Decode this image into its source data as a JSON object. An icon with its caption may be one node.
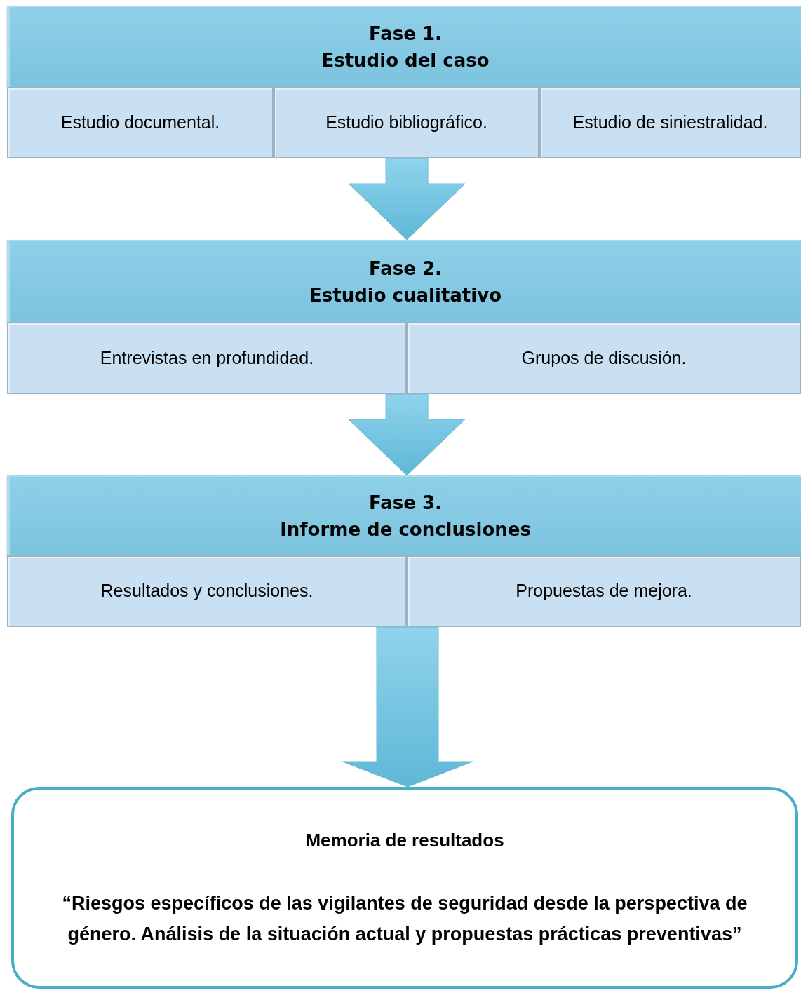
{
  "diagram": {
    "nodes": [
      {
        "text": [
          "Fase 1.",
          "Estudio del caso"
        ]
      },
      {
        "text": [
          "Estudio documental."
        ]
      },
      {
        "text": [
          "Estudio bibliográfico."
        ]
      },
      {
        "text": [
          "Estudio de siniestralidad."
        ]
      },
      {
        "text": [
          "Fase 2.",
          "Estudio cualitativo"
        ]
      },
      {
        "text": [
          "Entrevistas en profundidad."
        ]
      },
      {
        "text": [
          "Grupos de discusión."
        ]
      },
      {
        "text": [
          "Fase 3.",
          "Informe de conclusiones"
        ]
      },
      {
        "text": [
          "Resultados y conclusiones."
        ]
      },
      {
        "text": [
          "Propuestas de mejora."
        ]
      },
      {
        "text": [
          "Memoria de resultados",
          "“Riesgos específicos de las vigilantes de seguridad desde la perspectiva de género. Análisis de la situación actual y propuestas prácticas preventivas”"
        ]
      }
    ],
    "edges": [
      {
        "from": 2,
        "to": 4,
        "arrow": "to"
      },
      {
        "from": 5,
        "to": 7,
        "arrow": "to"
      },
      {
        "from": 8,
        "to": 10,
        "arrow": "to"
      }
    ]
  }
}
